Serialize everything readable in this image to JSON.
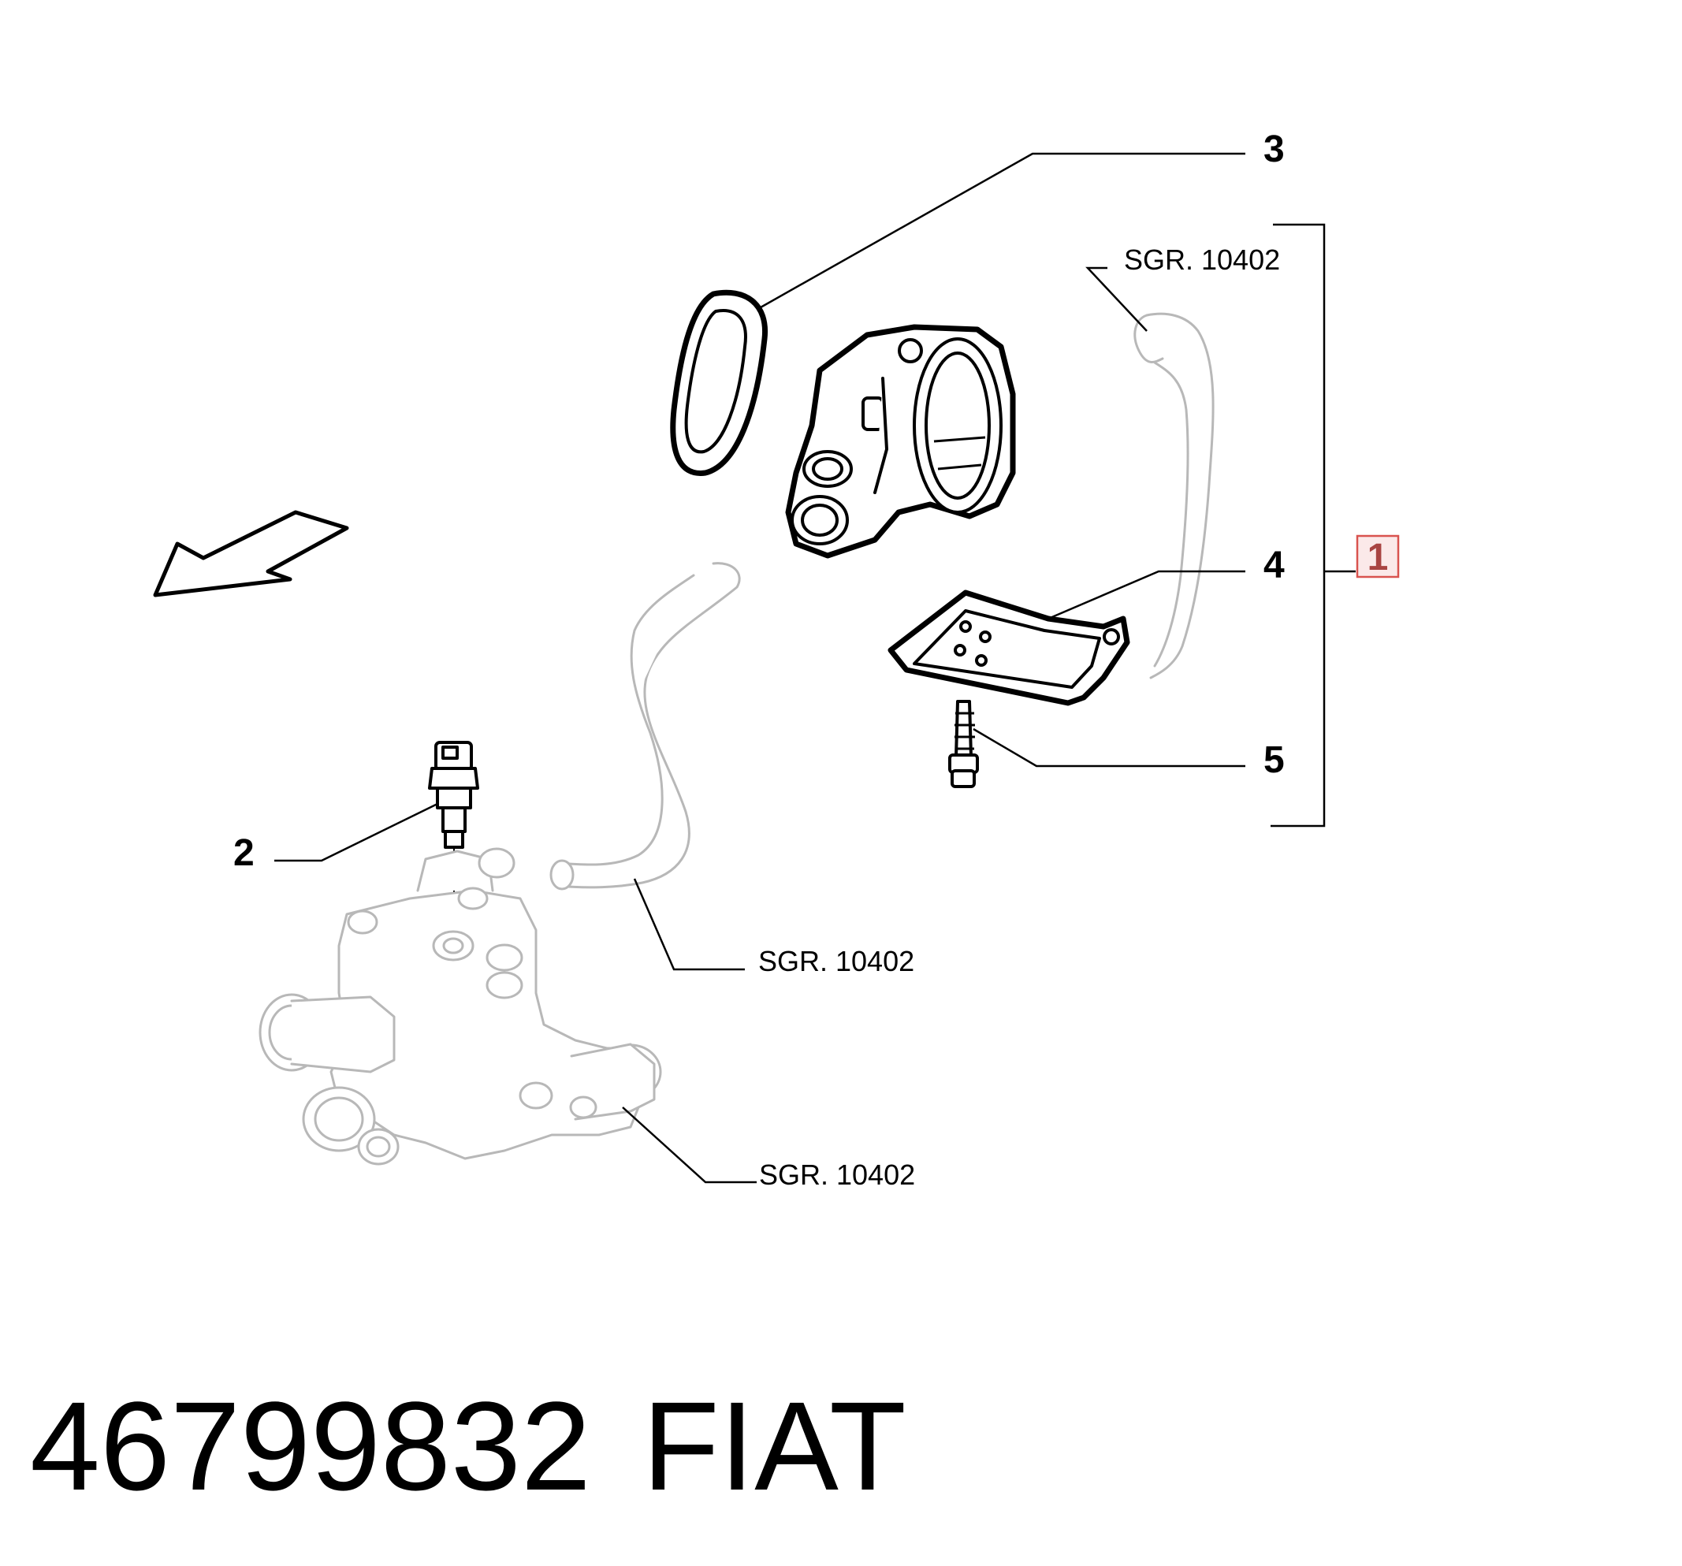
{
  "callouts": {
    "c1": "1",
    "c2": "2",
    "c3": "3",
    "c4": "4",
    "c5": "5"
  },
  "references": {
    "ref_top": "SGR. 10402",
    "ref_mid": "SGR. 10402",
    "ref_bottom": "SGR. 10402"
  },
  "footer": {
    "part_number": "46799832",
    "brand": "FIAT"
  },
  "colors": {
    "highlight_box": "#d9534f",
    "line": "#000000",
    "ghost_part": "#b8b8b8"
  }
}
